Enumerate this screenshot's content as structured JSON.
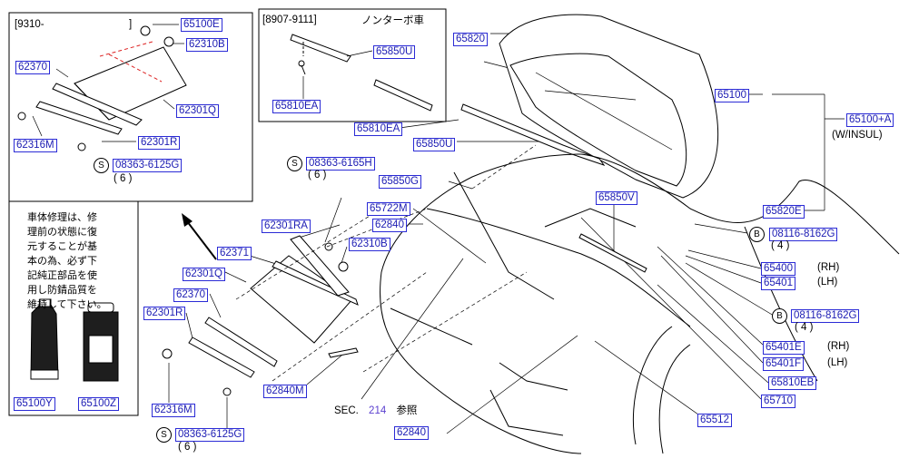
{
  "boxes": {
    "inset_a": {
      "label": "[9310-",
      "bracket_close": "]"
    },
    "inset_b": {
      "label": "[8907-9111]",
      "note": "ノンターボ車"
    }
  },
  "notice_lines": [
    "車体修理は、修",
    "理前の状態に復",
    "元することが基",
    "本の為、必ず下",
    "記純正部品を使",
    "用し防錆品質を",
    "維持して下さい。"
  ],
  "parts": {
    "p65100E": "65100E",
    "p62310B_a": "62310B",
    "p62370_a": "62370",
    "p62301Q_a": "62301Q",
    "p62316M_a": "62316M",
    "p62301R_a": "62301R",
    "p08363_6125G_a": "08363-6125G",
    "p65850U_a": "65850U",
    "p65810EA_a": "65810EA",
    "p65820": "65820",
    "p65100": "65100",
    "p65100A": "65100+A",
    "p65810EA_b": "65810EA",
    "p65850U_b": "65850U",
    "p08363_6165H": "08363-6165H",
    "p65850G": "65850G",
    "p65722M": "65722M",
    "p65850V": "65850V",
    "p62301RA": "62301RA",
    "p62840_a": "62840",
    "p62371": "62371",
    "p62310B_b": "62310B",
    "p62301Q_b": "62301Q",
    "p62370_b": "62370",
    "p62301R_b": "62301R",
    "p62316M_b": "62316M",
    "p62840M": "62840M",
    "p08363_6125G_b": "08363-6125G",
    "p65820E": "65820E",
    "p08116_8162G_a": "08116-8162G",
    "p65400": "65400",
    "p65401": "65401",
    "p08116_8162G_b": "08116-8162G",
    "p65401E": "65401E",
    "p65401F": "65401F",
    "p65810EB": "65810EB",
    "p65710": "65710",
    "p65512": "65512",
    "p62840_b": "62840",
    "p65100Y": "65100Y",
    "p65100Z": "65100Z"
  },
  "text": {
    "w_insul": "(W/INSUL)",
    "rh1": "(RH)",
    "lh1": "(LH)",
    "rh2": "(RH)",
    "lh2": "(LH)",
    "qty6_a": "( 6 )",
    "qty6_b": "( 6 )",
    "qty6_c": "( 6 )",
    "qty4_a": "( 4 )",
    "qty4_b": "( 4 )",
    "s_a": "S",
    "s_b": "S",
    "s_c": "S",
    "b_a": "B",
    "b_b": "B",
    "sec_prefix": "SEC.",
    "sec_num": "214",
    "sec_ref": "参照"
  },
  "colors": {
    "part_link": "#1b1bb3",
    "part_border": "#2b2bd6",
    "sec_number": "#5a3fcf"
  }
}
